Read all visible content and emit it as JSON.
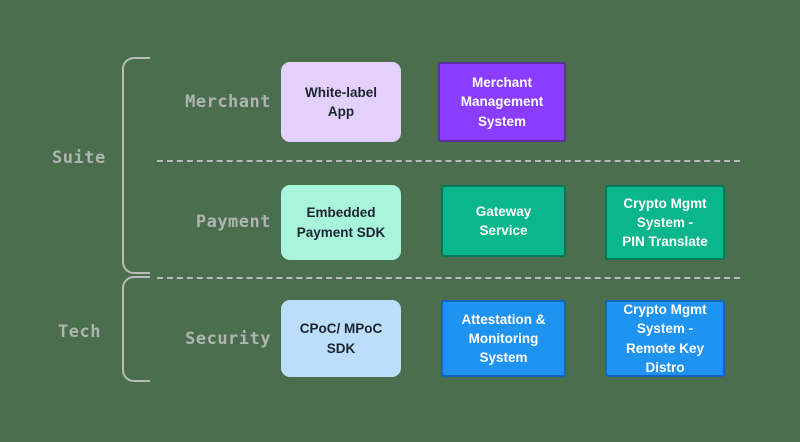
{
  "diagram": {
    "background_color": "#4a6e4e",
    "bracket_color": "#b9bcb9",
    "label_color": "#b0b4b0",
    "groups": [
      {
        "key": "suite",
        "label": "Suite"
      },
      {
        "key": "tech",
        "label": "Tech"
      }
    ],
    "rows": [
      {
        "key": "merchant",
        "label": "Merchant"
      },
      {
        "key": "payment",
        "label": "Payment"
      },
      {
        "key": "security",
        "label": "Security"
      }
    ],
    "boxes": {
      "white_label_app": {
        "label": "White-label\nApp",
        "line1": "White-label",
        "line2": "App",
        "fill": "#e3d0fb",
        "text_color": "#1d2430",
        "row": "merchant",
        "column": 1
      },
      "merchant_management_system": {
        "label": "Merchant Management System",
        "line1": "Merchant",
        "line2": "Management",
        "line3": "System",
        "fill": "#8b3dff",
        "border": "#5b2ea6",
        "text_color": "#ffffff",
        "row": "merchant",
        "column": 2
      },
      "embedded_payment_sdk": {
        "label": "Embedded Payment SDK",
        "line1": "Embedded",
        "line2": "Payment SDK",
        "fill": "#a8f5dc",
        "text_color": "#1d2430",
        "row": "payment",
        "column": 1
      },
      "gateway_service": {
        "label": "Gateway Service",
        "line1": "Gateway Service",
        "fill": "#0ab68b",
        "border": "#047857",
        "text_color": "#ffffff",
        "row": "payment",
        "column": 2
      },
      "crypto_mgmt_pin_translate": {
        "label": "Crypto Mgmt System - PIN Translate",
        "line1": "Crypto Mgmt",
        "line2": "System -",
        "line3": "PIN Translate",
        "fill": "#0ab68b",
        "border": "#047857",
        "text_color": "#ffffff",
        "row": "payment",
        "column": 3
      },
      "cpoc_mpoc_sdk": {
        "label": "CPoC/ MPoC SDK",
        "line1": "CPoC/ MPoC",
        "line2": "SDK",
        "fill": "#bbdefb",
        "text_color": "#1d2430",
        "row": "security",
        "column": 1
      },
      "attestation_monitoring_system": {
        "label": "Attestation & Monitoring System",
        "line1": "Attestation &",
        "line2": "Monitoring System",
        "fill": "#1e93f0",
        "border": "#1565c0",
        "text_color": "#ffffff",
        "row": "security",
        "column": 2
      },
      "crypto_mgmt_remote_key_distro": {
        "label": "Crypto Mgmt System - Remote Key Distro",
        "line1": "Crypto Mgmt",
        "line2": "System -",
        "line3": "Remote Key Distro",
        "fill": "#1e93f0",
        "border": "#1565c0",
        "text_color": "#ffffff",
        "row": "security",
        "column": 3
      }
    }
  }
}
